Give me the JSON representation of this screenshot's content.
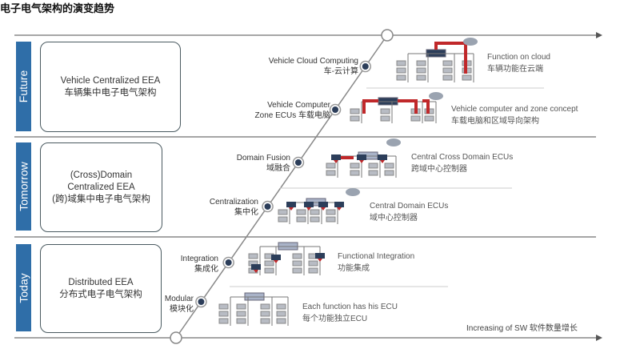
{
  "title": "电子电气架构的演变趋势",
  "colors": {
    "band": "#2f6ea8",
    "accent": "#c0282a",
    "node": "#2c3e5a"
  },
  "phases": [
    {
      "band": "Future",
      "box": [
        "Vehicle Centralized EEA",
        "车辆集中电子电气架构"
      ]
    },
    {
      "band": "Tomorrow",
      "box": [
        "(Cross)Domain",
        "Centralized EEA",
        "(跨)域集中电子电气架构"
      ]
    },
    {
      "band": "Today",
      "box": [
        "Distributed EEA",
        "分布式电子电气架构"
      ]
    }
  ],
  "stages": [
    {
      "label": [
        "Vehicle Cloud Computing",
        "车-云计算"
      ],
      "desc": [
        "Function on cloud",
        "车辆功能在云端"
      ]
    },
    {
      "label": [
        "Vehicle Computer",
        "Zone ECUs 车载电脑"
      ],
      "desc": [
        "Vehicle computer and zone concept",
        "车载电脑和区域导向架构"
      ]
    },
    {
      "label": [
        "Domain Fusion",
        "域融合"
      ],
      "desc": [
        "Central Cross Domain ECUs",
        "跨域中心控制器"
      ]
    },
    {
      "label": [
        "Centralization",
        "集中化"
      ],
      "desc": [
        "Central Domain ECUs",
        "域中心控制器"
      ]
    },
    {
      "label": [
        "Integration",
        "集成化"
      ],
      "desc": [
        "Functional Integration",
        "功能集成"
      ]
    },
    {
      "label": [
        "Modular",
        "模块化"
      ],
      "desc": [
        "Each function has his ECU",
        "每个功能独立ECU"
      ]
    }
  ],
  "axis_label": "Increasing of SW 软件数量增长"
}
